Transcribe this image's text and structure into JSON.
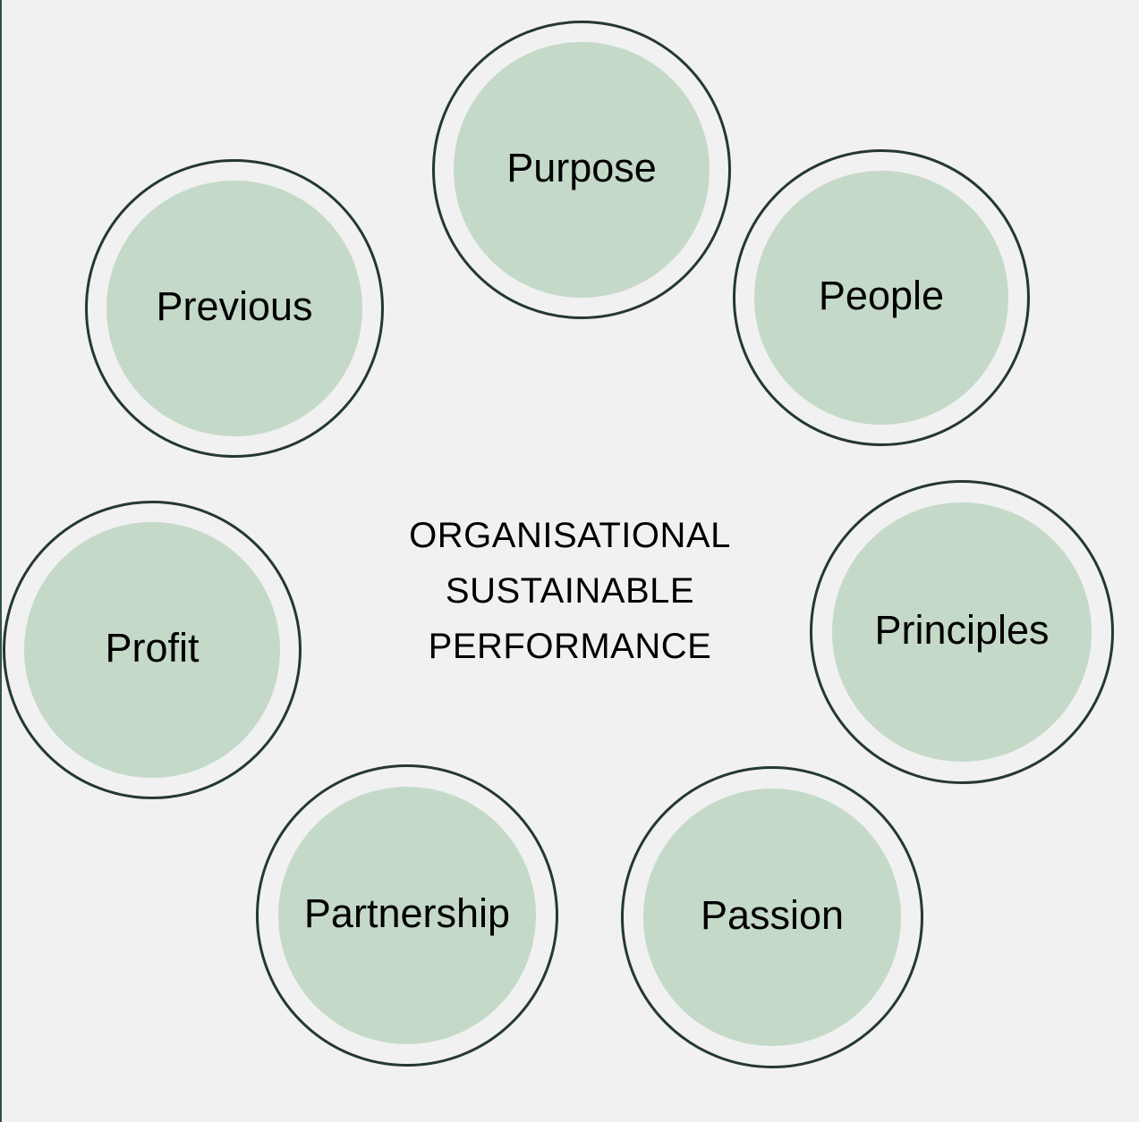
{
  "diagram": {
    "center_title": {
      "line1": "ORGANISATIONAL",
      "line2": "SUSTAINABLE",
      "line3": "PERFORMANCE"
    },
    "nodes": [
      {
        "label": "Purpose",
        "position": "top"
      },
      {
        "label": "People",
        "position": "top-right"
      },
      {
        "label": "Principles",
        "position": "right"
      },
      {
        "label": "Passion",
        "position": "bottom-right"
      },
      {
        "label": "Partnership",
        "position": "bottom-left"
      },
      {
        "label": "Profit",
        "position": "left"
      },
      {
        "label": "Previous",
        "position": "top-left"
      }
    ],
    "colors": {
      "background": "#f1f1f2",
      "node_fill": "#c5d9c8",
      "node_ring": "#253832",
      "text": "#000000",
      "edge_line": "#33543c"
    }
  }
}
